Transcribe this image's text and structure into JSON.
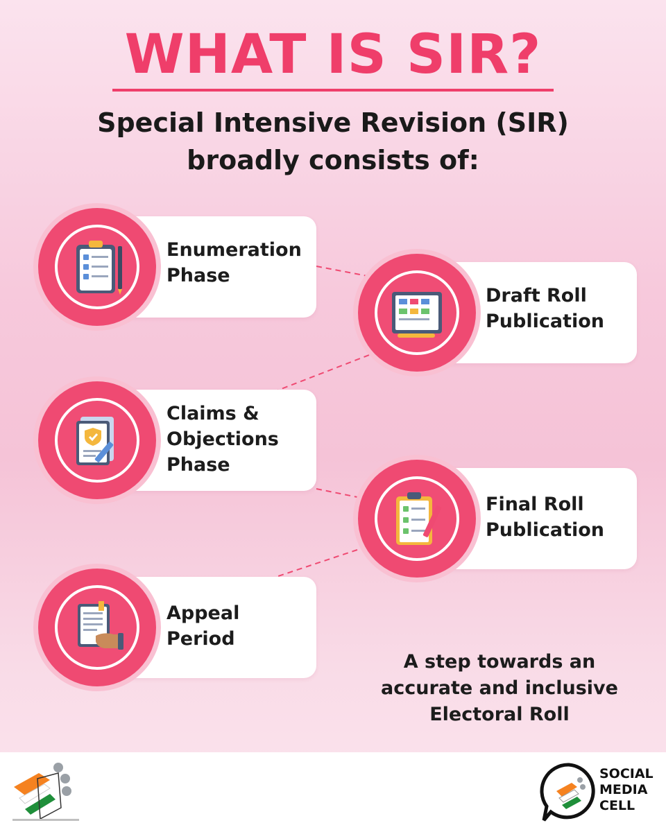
{
  "header": {
    "title": "WHAT IS SIR?",
    "subtitle_line1": "Special Intensive Revision (SIR)",
    "subtitle_line2": "broadly consists of:"
  },
  "steps": [
    {
      "line1": "Enumeration",
      "line2": "Phase",
      "icon": "clipboard-checklist-icon"
    },
    {
      "line1": "Draft Roll",
      "line2": "Publication",
      "icon": "draft-blueprint-icon"
    },
    {
      "line1": "Claims &",
      "line2": "Objections",
      "line3": "Phase",
      "icon": "shield-document-pen-icon"
    },
    {
      "line1": "Final Roll",
      "line2": "Publication",
      "icon": "checklist-pencil-icon"
    },
    {
      "line1": "Appeal",
      "line2": "Period",
      "icon": "hand-document-icon"
    }
  ],
  "tagline": {
    "line1": "A step towards an",
    "line2": "accurate and inclusive",
    "line3": "Electoral Roll"
  },
  "footer": {
    "smc_line1": "SOCIAL",
    "smc_line2": "MEDIA",
    "smc_line3": "CELL",
    "eci_logo_icon": "election-commission-logo-icon",
    "smc_logo_icon": "social-media-cell-logo-icon"
  },
  "colors": {
    "accent": "#ef3e6a",
    "badge": "#ef4a72",
    "badge_halo": "#f9c0d2",
    "background": "#f7c9dc",
    "text": "#1c1c1c",
    "saffron": "#f58220",
    "green": "#1f8f3a"
  }
}
